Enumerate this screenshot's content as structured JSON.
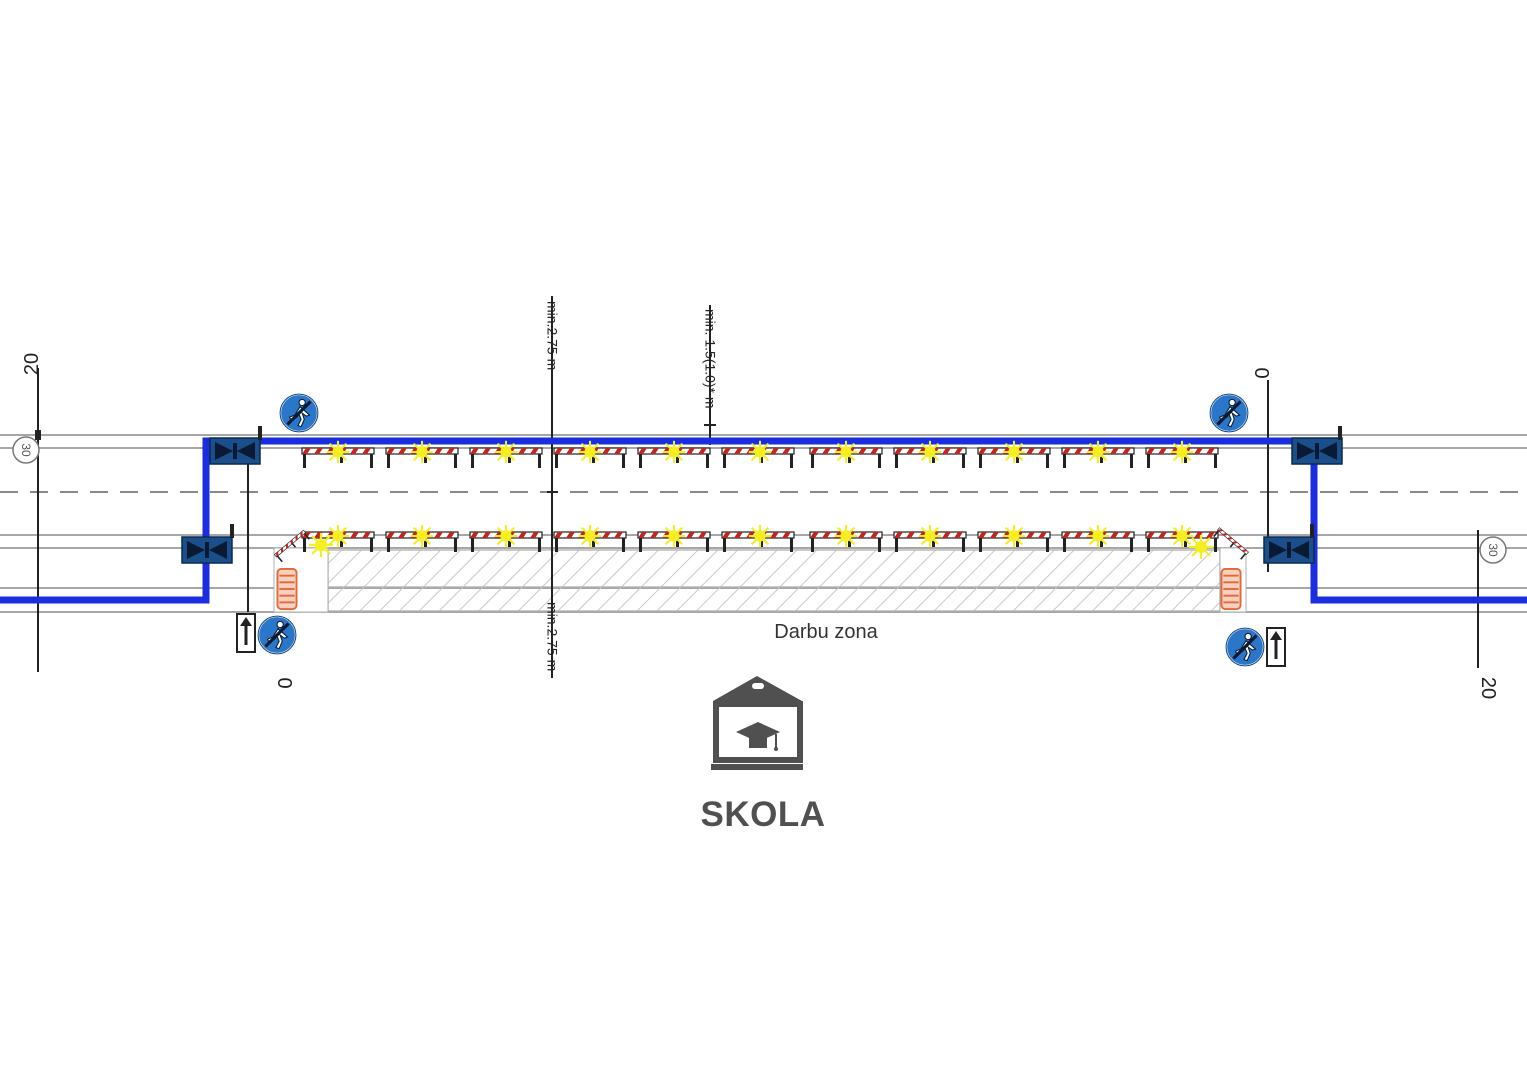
{
  "labels": {
    "dim_left_top": "min.2.75 m",
    "dim_left_bottom": "min.2.75 m",
    "dim_center": "min. 1.5(1.0)* m",
    "work_zone": "Darbu zona",
    "school": "SKOLA",
    "dist_left_top": "20",
    "dist_left_inner": "0",
    "dist_right_top": "0",
    "dist_right_bottom": "20",
    "speed_left": "30",
    "speed_right": "30"
  },
  "icons": {
    "sign_pedestrian": "pedestrian-sign-icon",
    "sign_passage": "passage-sign-icon",
    "traffic_light": "traffic-light-icon",
    "school": "school-building-icon",
    "barrier_lamp": "barrier-warning-lamp-icon"
  },
  "colors": {
    "pedestrian_path": "#1a2ee0",
    "sign_blue": "#2a76c8",
    "lamp_yellow": "#f5ee20",
    "barrier_red": "#c0261e",
    "school_gray": "#505050",
    "road_line": "#808080"
  }
}
